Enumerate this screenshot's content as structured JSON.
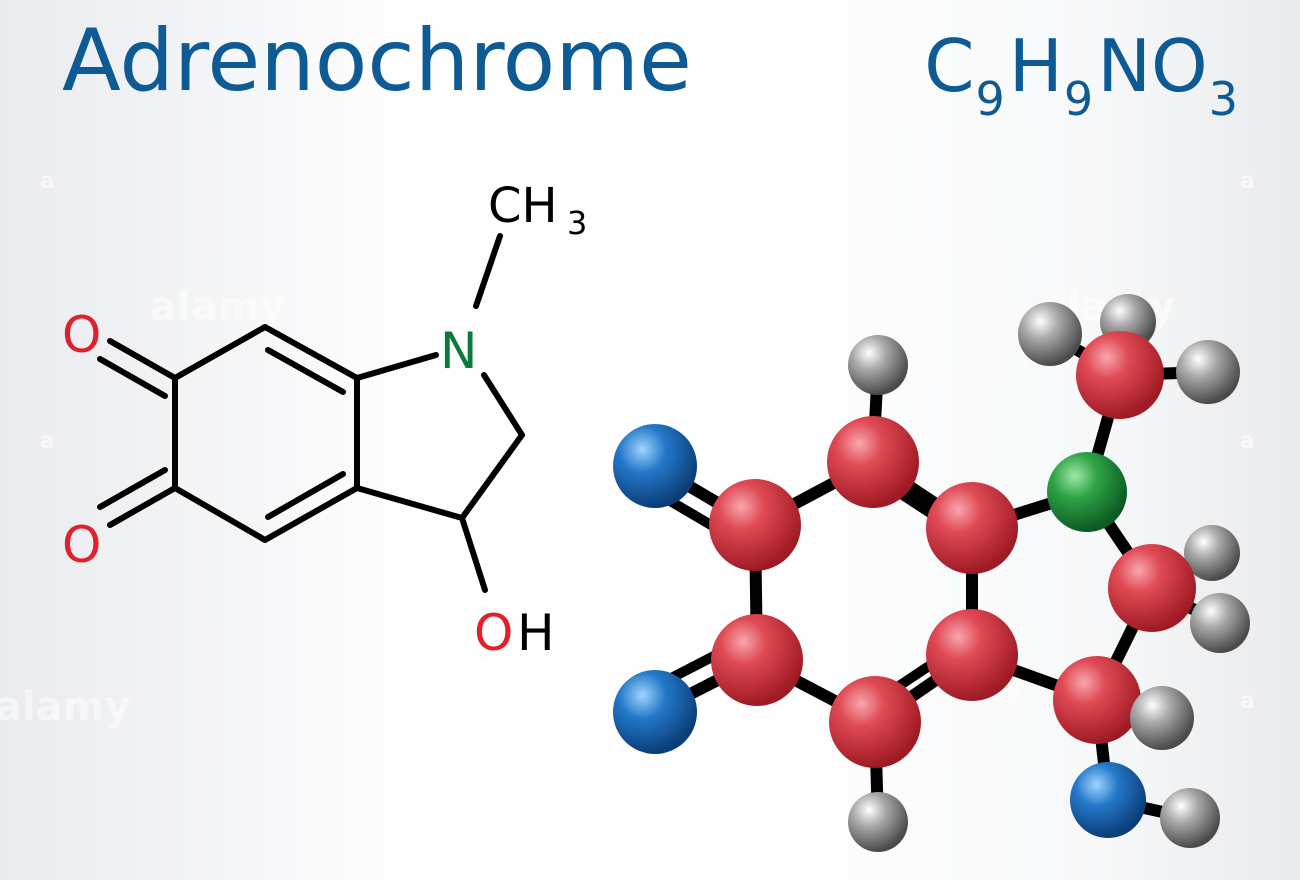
{
  "title": "Adrenochrome",
  "formula": [
    {
      "symbol": "C",
      "count": "9"
    },
    {
      "symbol": "H",
      "count": "9"
    },
    {
      "symbol": "N",
      "count": ""
    },
    {
      "symbol": "O",
      "count": "3"
    }
  ],
  "structural_labels": {
    "ch3_c": "CH",
    "ch3_sub": "3",
    "nitrogen": "N",
    "oxygen_top": "O",
    "oxygen_bottom": "O",
    "hydroxyl_o": "O",
    "hydroxyl_h": "H"
  },
  "watermark": "alamy",
  "colors": {
    "title": "#0d5a94",
    "bond": "#000000",
    "oxygen_label": "#e0202a",
    "nitrogen_label": "#0a7a3c",
    "carbon_atom": "#d8323c",
    "hydrogen_atom": "#8a8a8a",
    "nitrogen_atom": "#1f8a3a",
    "oxygen_atom": "#1e6fb8"
  }
}
